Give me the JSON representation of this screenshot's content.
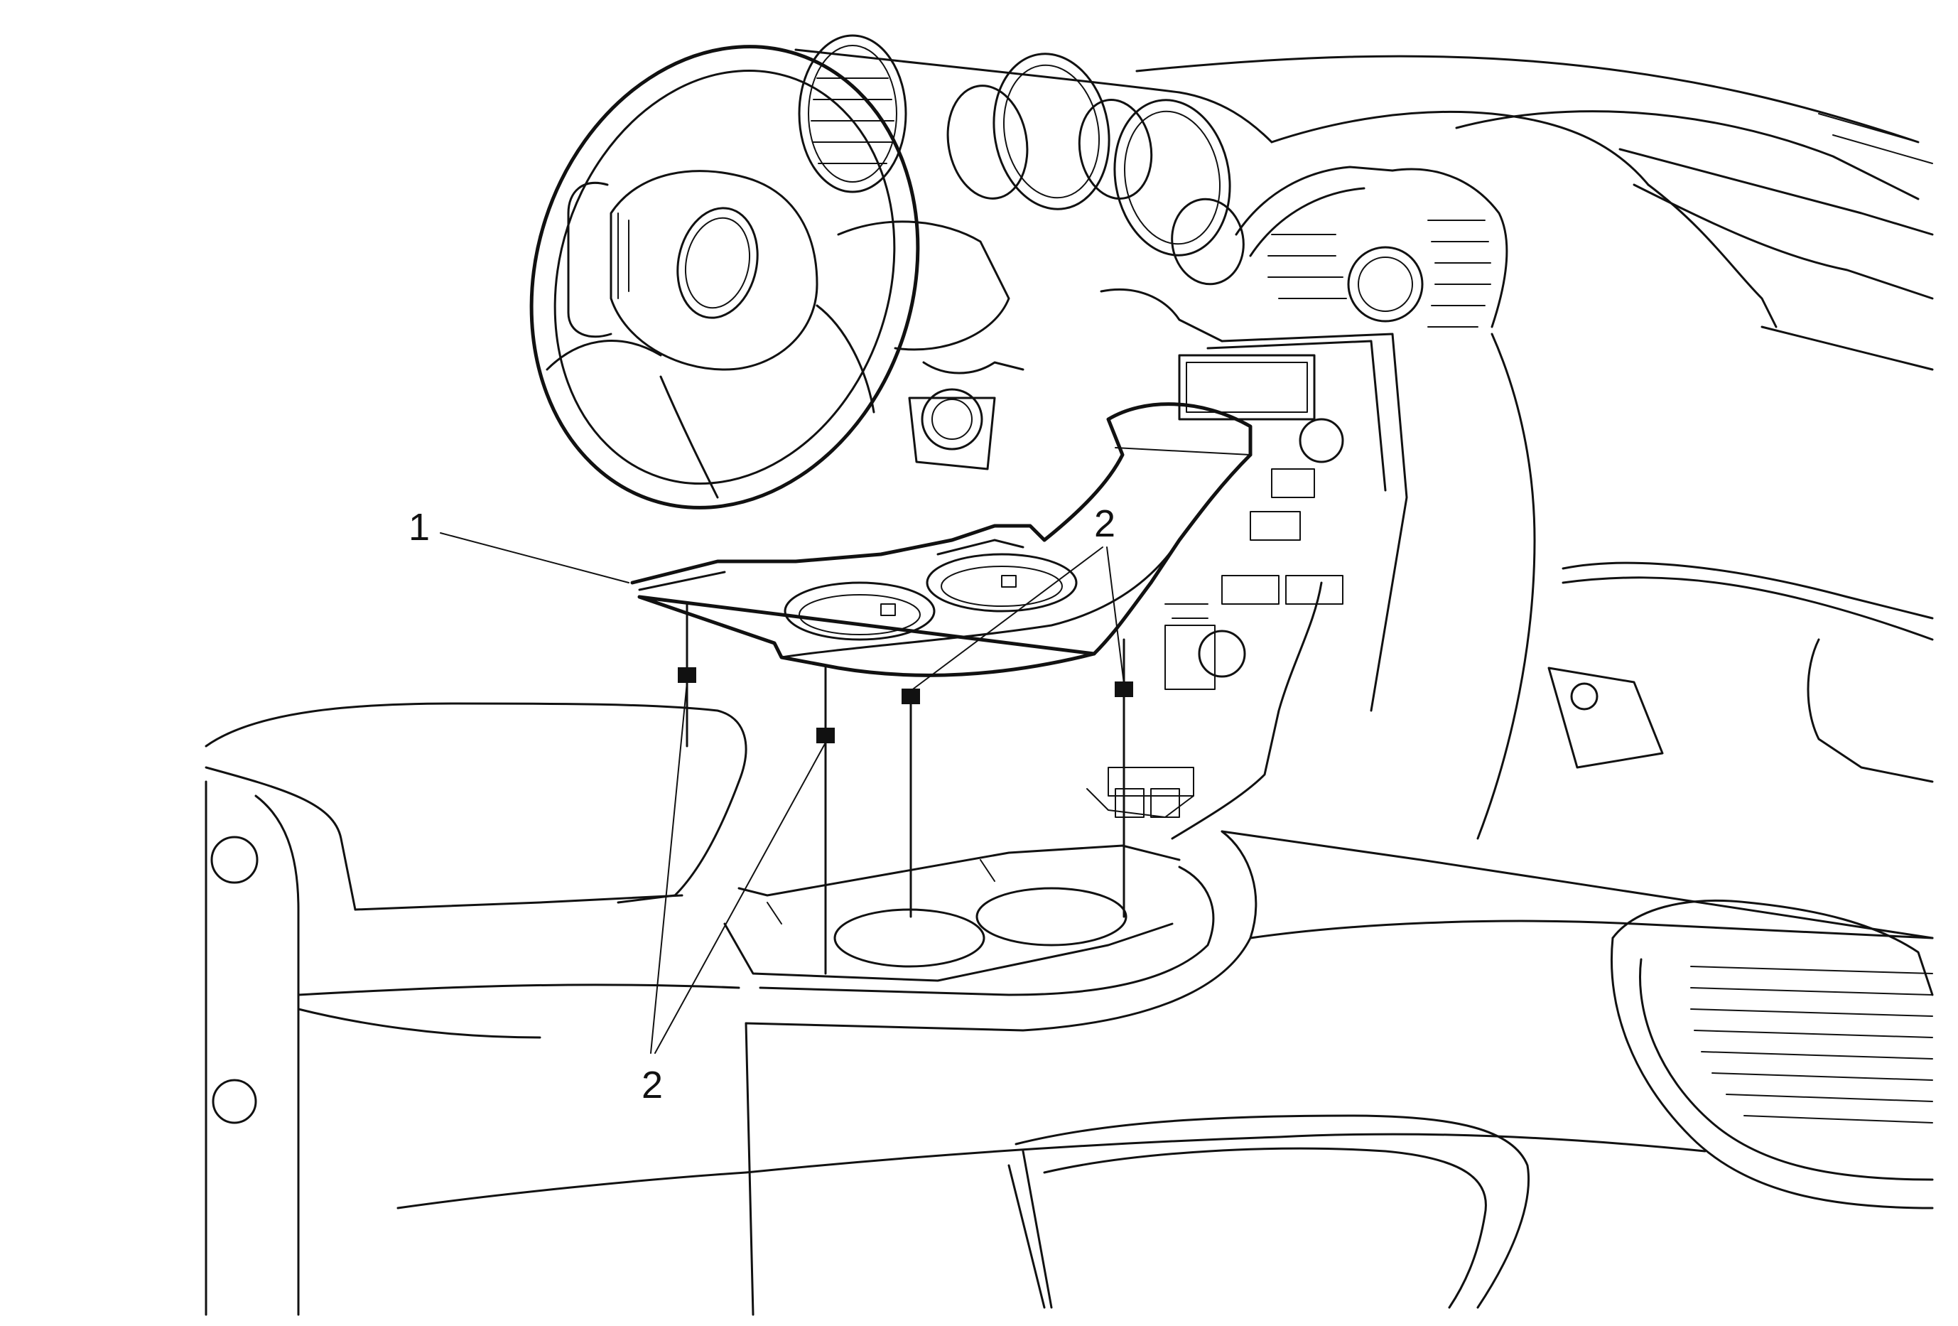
{
  "callouts": {
    "part_1": "1",
    "part_2_upper": "2",
    "part_2_lower": "2"
  }
}
